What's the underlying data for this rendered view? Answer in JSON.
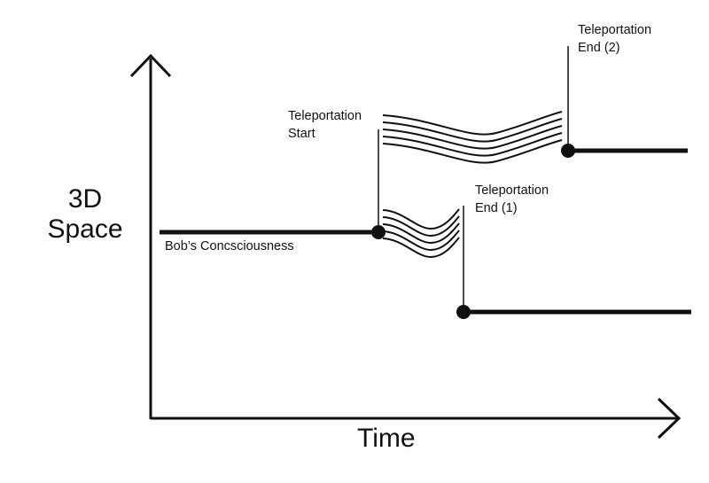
{
  "diagram": {
    "y_axis_label": "3D\nSpace",
    "x_axis_label": "Time",
    "consciousness_label": "Bob’s Concsciousness",
    "teleport_start_label": "Teleportation\nStart",
    "teleport_end_1_label": "Teleportation\nEnd (1)",
    "teleport_end_2_label": "Teleportation\nEnd (2)",
    "line_color": "#111111"
  }
}
